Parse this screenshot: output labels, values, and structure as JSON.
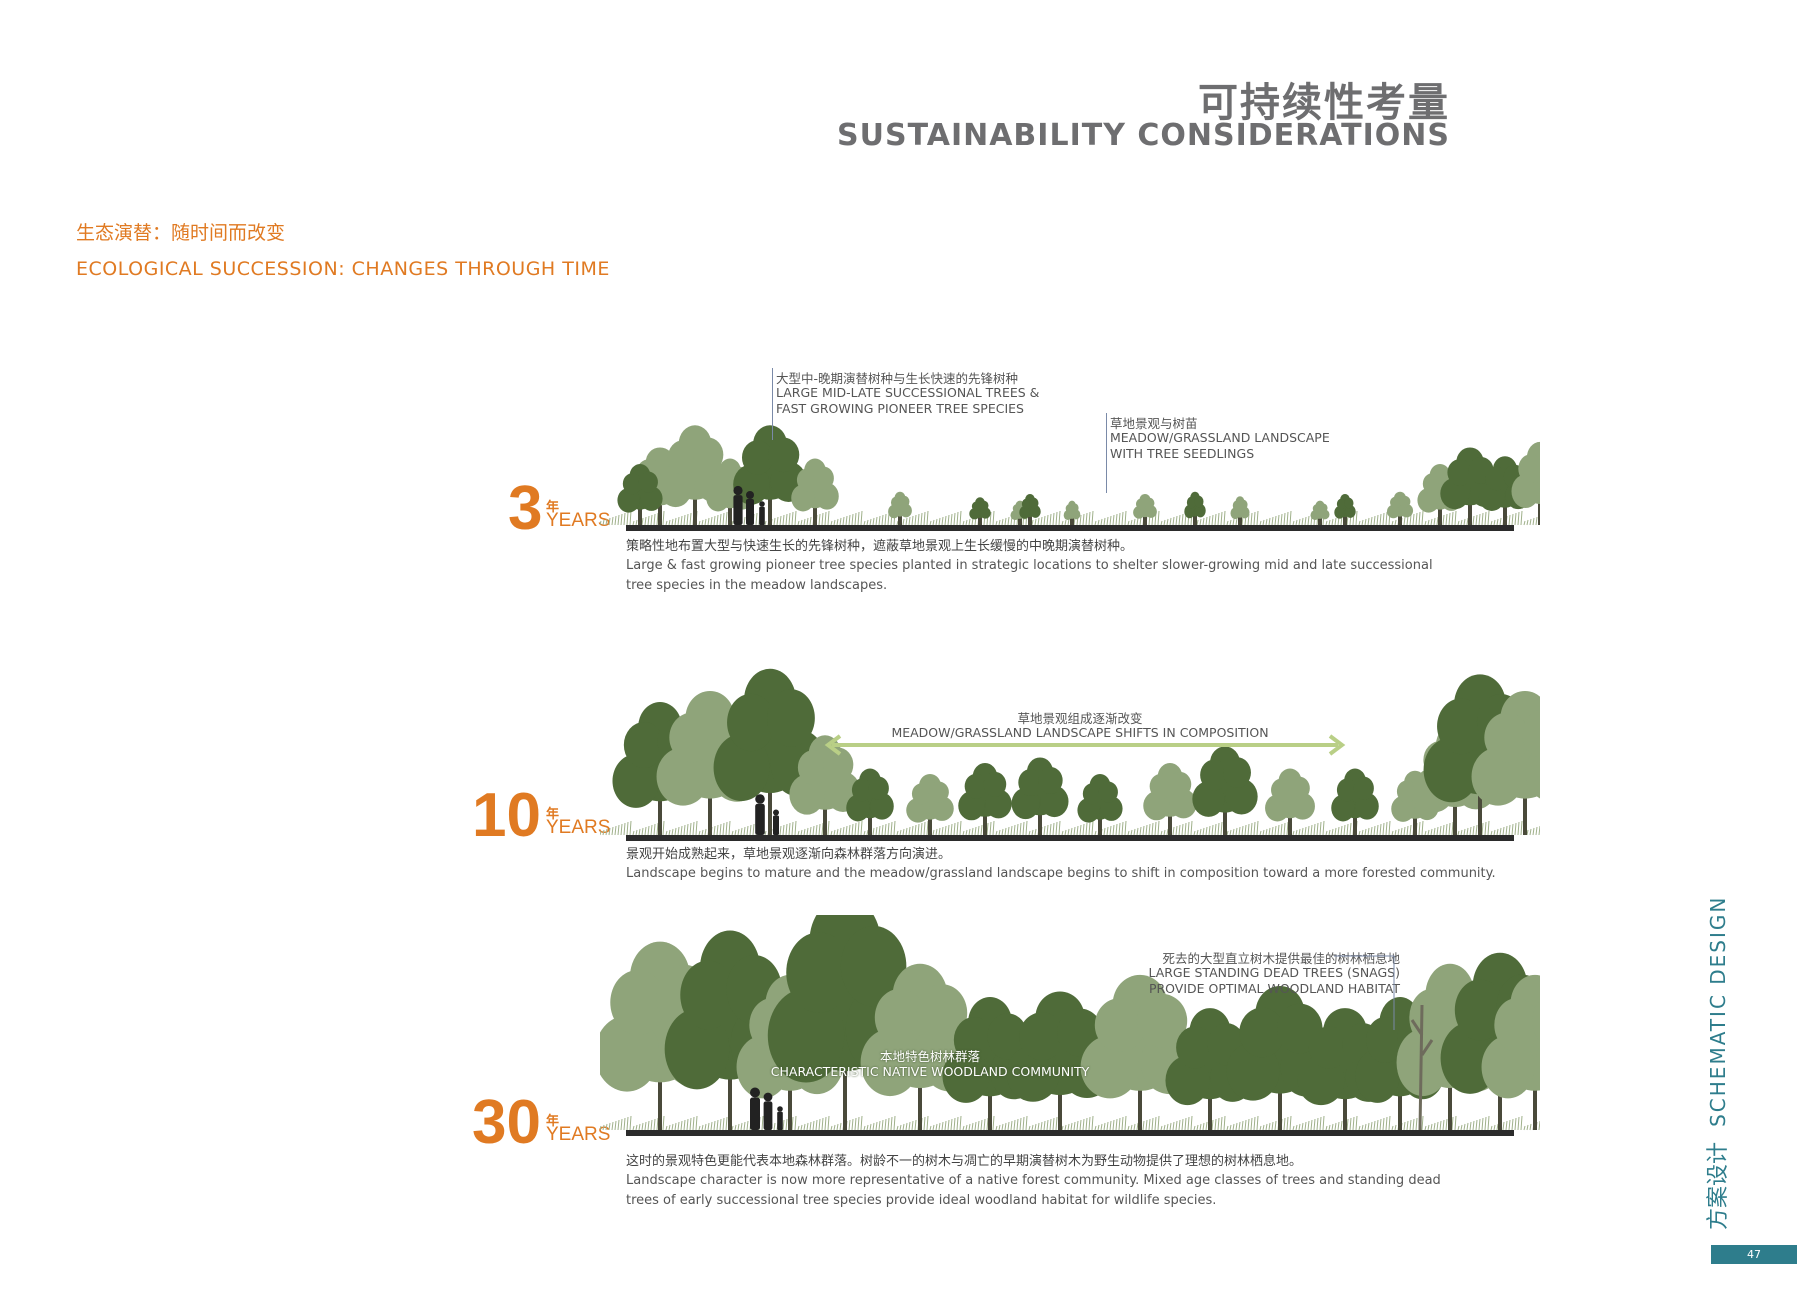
{
  "header": {
    "title_zh": "可持续性考量",
    "title_en": "SUSTAINABILITY CONSIDERATIONS"
  },
  "section": {
    "title_zh": "生态演替：随时间而改变",
    "title_en": "ECOLOGICAL SUCCESSION:  CHANGES THROUGH TIME"
  },
  "stages": [
    {
      "number": "3",
      "nian": "年",
      "years": "YEARS",
      "caption_zh": "策略性地布置大型与快速生长的先锋树种，遮蔽草地景观上生长缓慢的中晚期演替树种。",
      "caption_en": "Large & fast growing pioneer tree species planted in strategic locations to shelter slower-growing mid and late successional tree species in the meadow landscapes.",
      "annotations": [
        {
          "zh": "大型中-晚期演替树种与生长快速的先锋树种",
          "en1": "LARGE MID-LATE SUCCESSIONAL TREES &",
          "en2": "FAST GROWING PIONEER TREE SPECIES"
        },
        {
          "zh": "草地景观与树苗",
          "en1": "MEADOW/GRASSLAND LANDSCAPE",
          "en2": "WITH TREE SEEDLINGS"
        }
      ]
    },
    {
      "number": "10",
      "nian": "年",
      "years": "YEARS",
      "caption_zh": "景观开始成熟起来，草地景观逐渐向森林群落方向演进。",
      "caption_en": "Landscape begins to mature and the meadow/grassland landscape begins to shift in composition toward a more forested community.",
      "annotations": [
        {
          "zh": "草地景观组成逐渐改变",
          "en1": "MEADOW/GRASSLAND LANDSCAPE SHIFTS IN COMPOSITION"
        }
      ]
    },
    {
      "number": "30",
      "nian": "年",
      "years": "YEARS",
      "caption_zh": "这时的景观特色更能代表本地森林群落。树龄不一的树木与凋亡的早期演替树木为野生动物提供了理想的树林栖息地。",
      "caption_en": "Landscape character is now more representative of a native forest community.  Mixed age classes of trees and standing dead trees of early successional tree species provide ideal woodland habitat for wildlife species.",
      "annotations": [
        {
          "zh": "死去的大型直立树木提供最佳的树林栖息地",
          "en1": "LARGE  STANDING DEAD TREES (SNAGS)",
          "en2": "PROVIDE OPTIMAL WOODLAND HABITAT"
        },
        {
          "zh": "本地特色树林群落",
          "en1": "CHARACTERISTIC NATIVE WOODLAND COMMUNITY"
        }
      ]
    }
  ],
  "sidebar": {
    "label_zh": "方案设计",
    "label_en": "SCHEMATIC DESIGN",
    "page_number": "47"
  },
  "colors": {
    "accent_orange": "#e07a22",
    "tree_dark": "#4f6b39",
    "tree_light": "#8fa47a",
    "arrow_green": "#b9cf86",
    "teal": "#2e7d8c"
  }
}
